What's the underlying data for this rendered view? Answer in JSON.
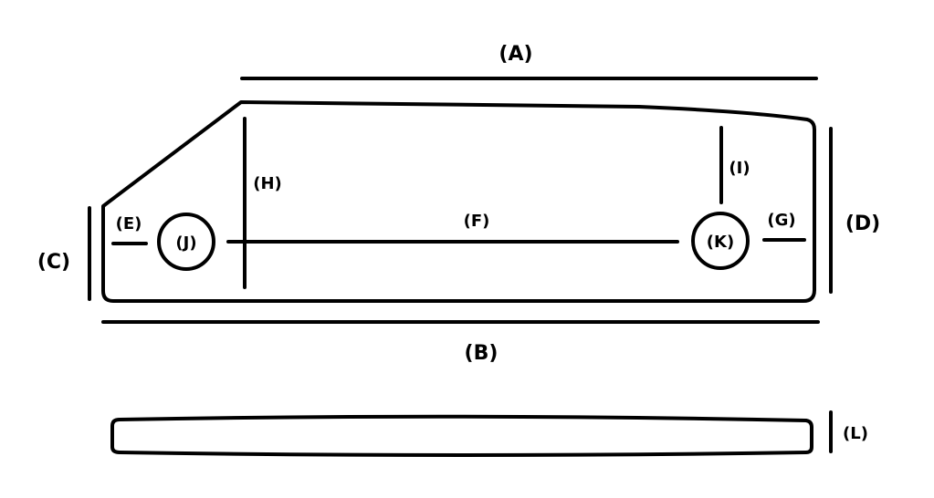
{
  "colors": {
    "line": "#000000",
    "background": "#ffffff"
  },
  "labels": {
    "a": "(A)",
    "b": "(B)",
    "c": "(C)",
    "d": "(D)",
    "e": "(E)",
    "f": "(F)",
    "g": "(G)",
    "h": "(H)",
    "i": "(I)",
    "j": "(J)",
    "k": "(K)",
    "l": "(L)"
  }
}
